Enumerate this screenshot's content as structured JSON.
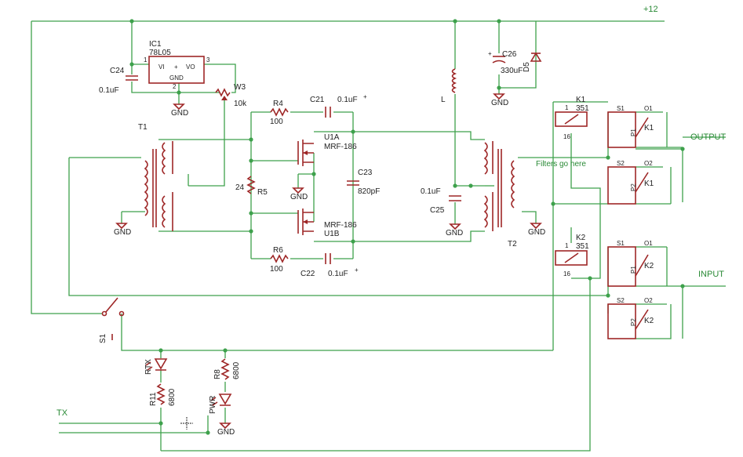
{
  "nets": {
    "v12": "+12",
    "output": "OUTPUT",
    "input": "INPUT",
    "tx": "TX",
    "gnd": "GND",
    "filters_note": "Filters go here"
  },
  "regulator": {
    "ref": "IC1",
    "part": "78L05",
    "pin_vi": "VI",
    "pin_vo": "VO",
    "pin_gnd": "GND",
    "pin1": "1",
    "pin2": "2",
    "pin3": "3",
    "pin_plus": "+"
  },
  "parts": {
    "c24": "C24",
    "c24_val": "0.1uF",
    "w3": "W3",
    "w3_val": "10k",
    "t1": "T1",
    "t2": "T2",
    "r4": "R4",
    "r4_val": "100",
    "r5": "R5",
    "r5_val": "24",
    "r6": "R6",
    "r6_val": "100",
    "c21": "C21",
    "c21_val": "0.1uF",
    "c22": "C22",
    "c22_val": "0.1uF",
    "c23": "C23",
    "c23_val": "820pF",
    "u1a": "U1A",
    "u1a_part": "MRF-186",
    "u1b": "U1B",
    "u1b_part": "MRF-186",
    "l": "L",
    "c25": "C25",
    "c25_val": "0.1uF",
    "c26": "C26",
    "c26_val": "330uF",
    "d5": "D5",
    "k1": "K1",
    "k1_part": "351",
    "k2": "K2",
    "k2_part": "351",
    "s1": "S1",
    "rtx": "RTX",
    "r8": "R8",
    "r8_val": "6800",
    "r11": "R11",
    "r11_val": "6800",
    "pwr": "PWR",
    "pin_1": "1",
    "pin_16": "16",
    "contact_s1": "S1",
    "contact_o1": "O1",
    "contact_s2": "S2",
    "contact_o2": "O2",
    "contact_p1": "P1",
    "contact_p2": "P2",
    "plus": "+"
  },
  "colors": {
    "wire": "#3ea14c",
    "component": "#9e2727",
    "text": "#222222",
    "background": "#ffffff"
  }
}
